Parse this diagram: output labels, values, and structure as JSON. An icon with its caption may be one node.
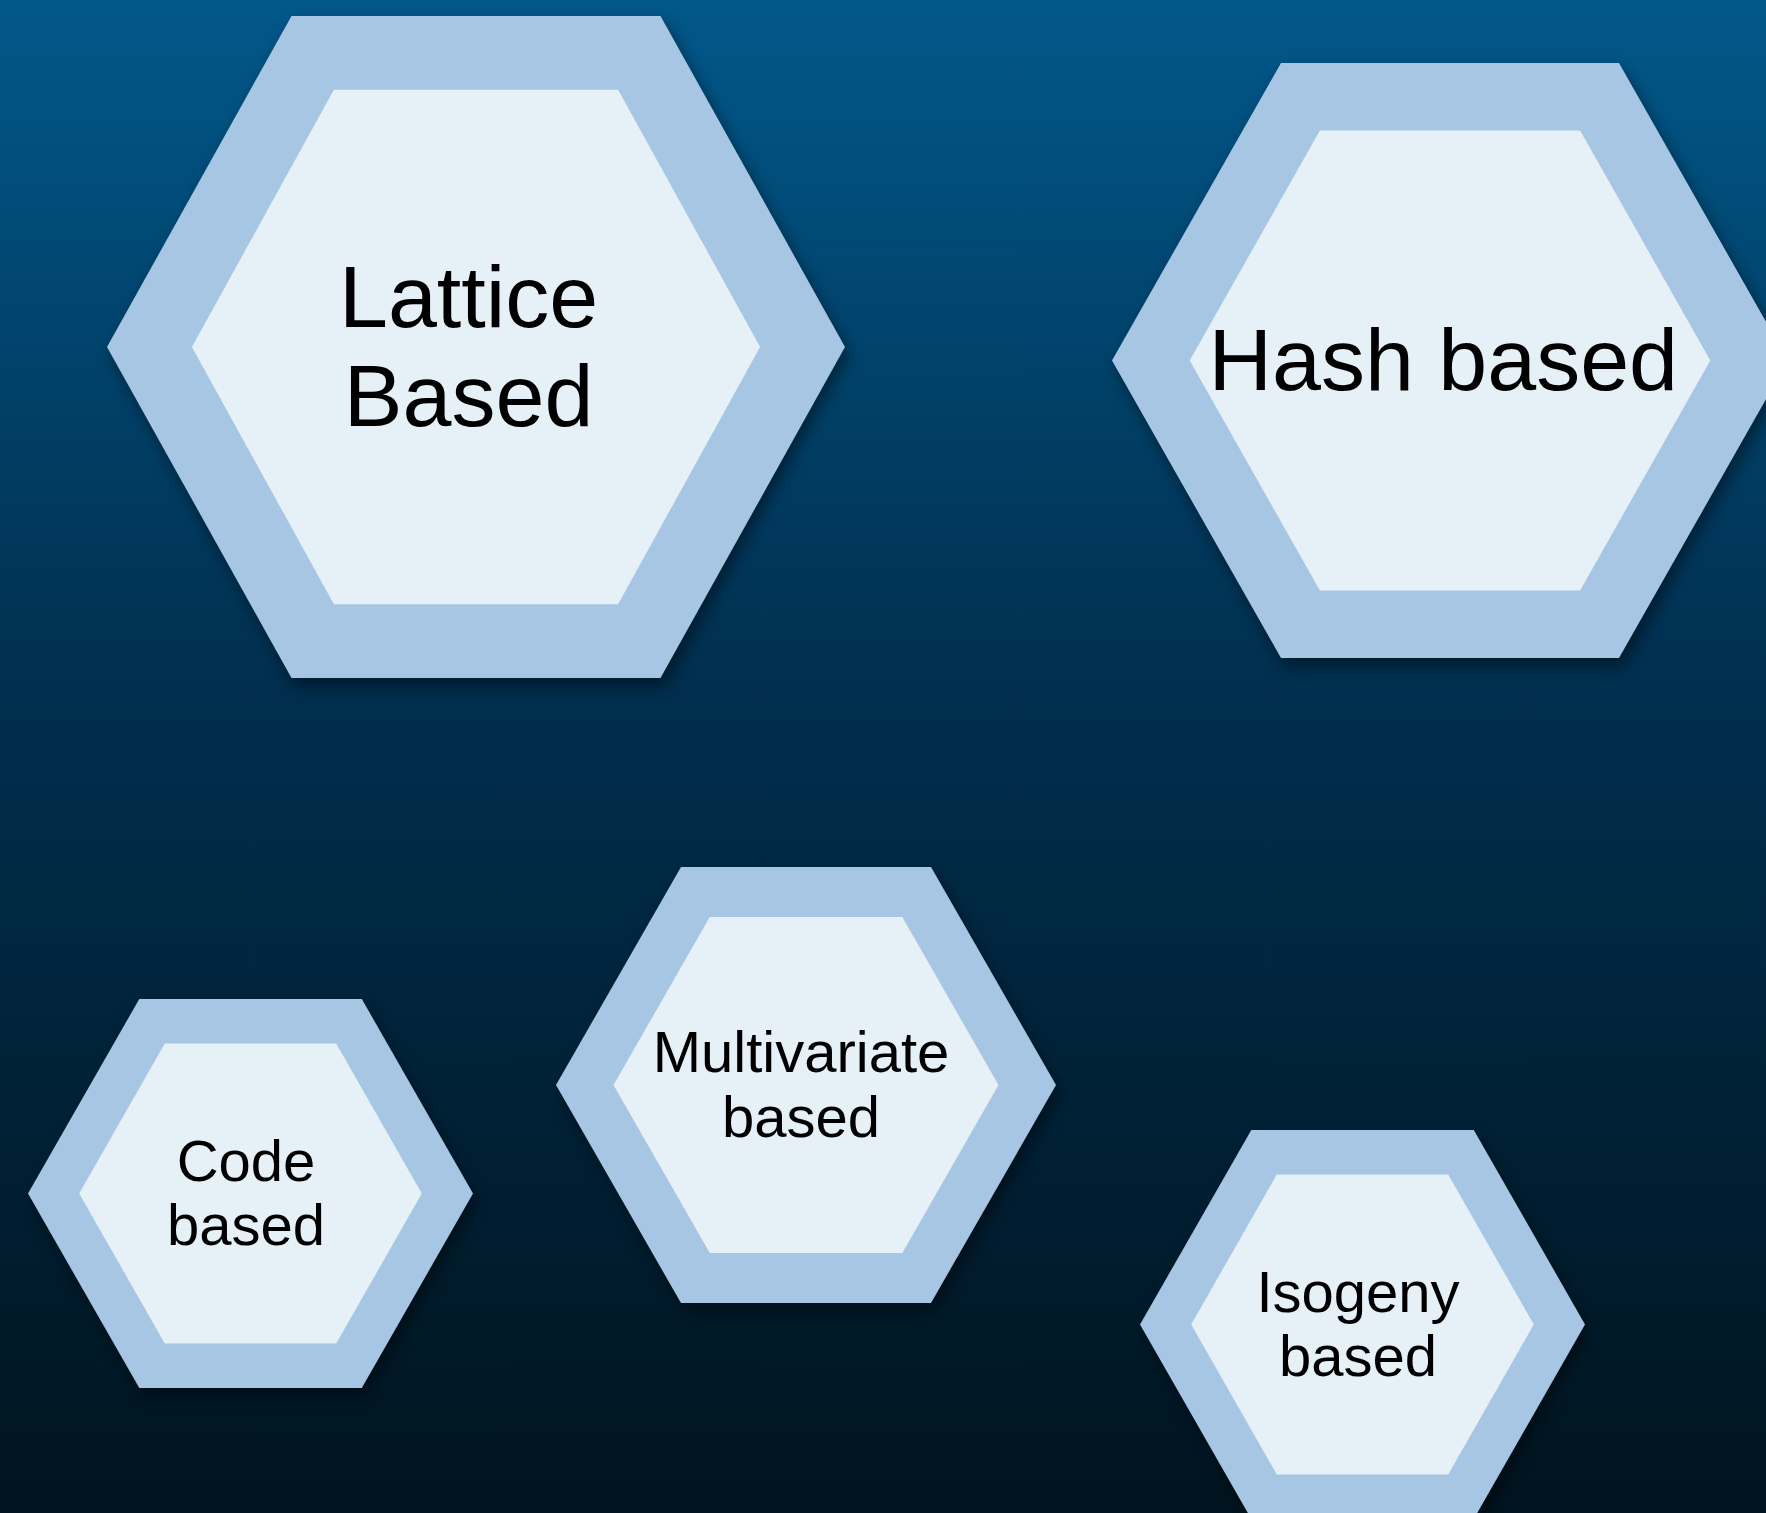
{
  "diagram": {
    "nodes": [
      {
        "text": [
          "Lattice Based"
        ]
      },
      {
        "text": [
          "Hash based"
        ]
      },
      {
        "text": [
          "Code based"
        ]
      },
      {
        "text": [
          "Multivariate based"
        ]
      },
      {
        "text": [
          "Isogeny based"
        ]
      }
    ]
  }
}
